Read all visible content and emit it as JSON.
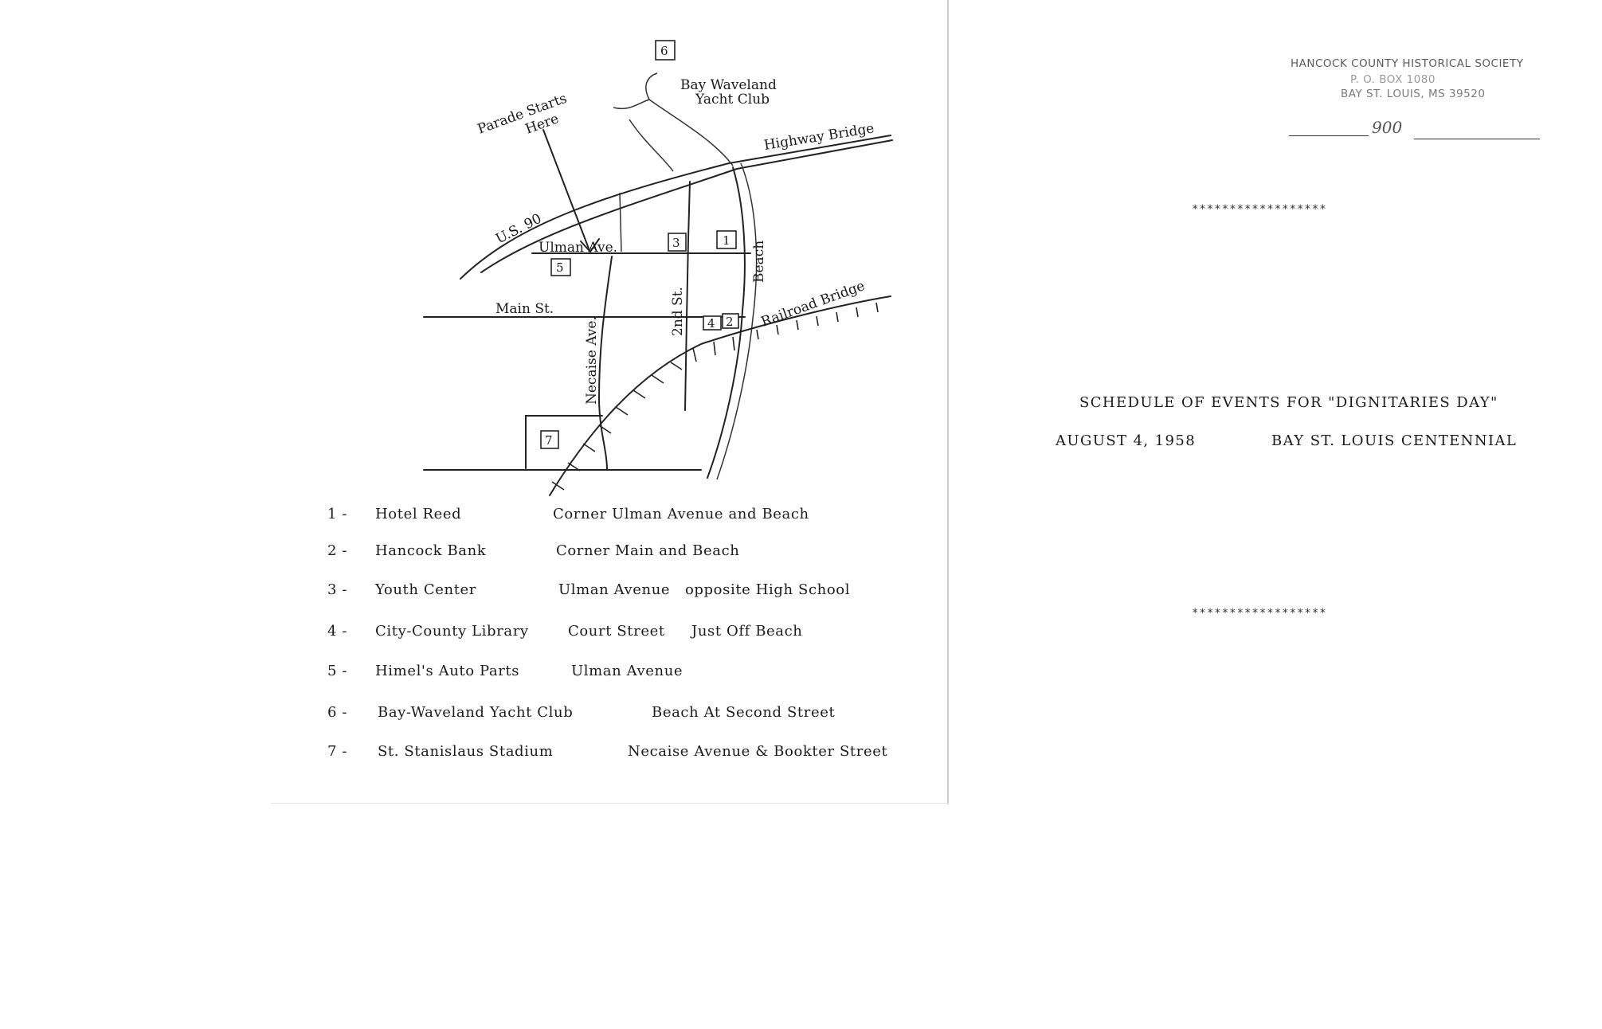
{
  "map": {
    "labels": {
      "parade_starts": "Parade Starts",
      "here": "Here",
      "yacht_club_line1": "Bay Waveland",
      "yacht_club_line2": "Yacht Club",
      "highway_bridge": "Highway Bridge",
      "us90": "U.S. 90",
      "ulman_ave": "Ulman Ave.",
      "beach": "Beach",
      "main_st": "Main St.",
      "second_st": "2nd St.",
      "necaise_ave": "Necaise Ave.",
      "railroad_bridge": "Railroad Bridge"
    },
    "markers": [
      "6",
      "3",
      "1",
      "5",
      "4",
      "2",
      "7"
    ]
  },
  "legend": [
    {
      "num": "1 -",
      "name": "Hotel Reed",
      "location": "Corner Ulman Avenue and Beach",
      "extra": ""
    },
    {
      "num": "2 -",
      "name": "Hancock Bank",
      "location": "Corner Main and Beach",
      "extra": ""
    },
    {
      "num": "3 -",
      "name": "Youth Center",
      "location": "Ulman Avenue",
      "extra": "opposite High School"
    },
    {
      "num": "4 -",
      "name": "City-County Library",
      "location": "Court Street",
      "extra": "Just Off Beach"
    },
    {
      "num": "5 -",
      "name": "Himel's Auto Parts",
      "location": "Ulman Avenue",
      "extra": ""
    },
    {
      "num": "6 -",
      "name": "Bay-Waveland Yacht Club",
      "location": "Beach At Second Street",
      "extra": ""
    },
    {
      "num": "7 -",
      "name": "St. Stanislaus Stadium",
      "location": "Necaise Avenue & Bookter Street",
      "extra": ""
    }
  ],
  "stamp": {
    "line1": "HANCOCK COUNTY HISTORICAL SOCIETY",
    "line2": "P. O. BOX 1080",
    "line3": "BAY ST. LOUIS, MS 39520",
    "handwritten_number": "900"
  },
  "cover": {
    "divider_top": "******************",
    "title": "SCHEDULE OF EVENTS FOR \"DIGNITARIES DAY\"",
    "date": "AUGUST 4, 1958",
    "event": "BAY ST. LOUIS CENTENNIAL",
    "divider_bottom": "******************"
  },
  "colors": {
    "ink": "#1a1a1a",
    "paper": "#ffffff",
    "stamp_ink": "#5a5a5a"
  }
}
